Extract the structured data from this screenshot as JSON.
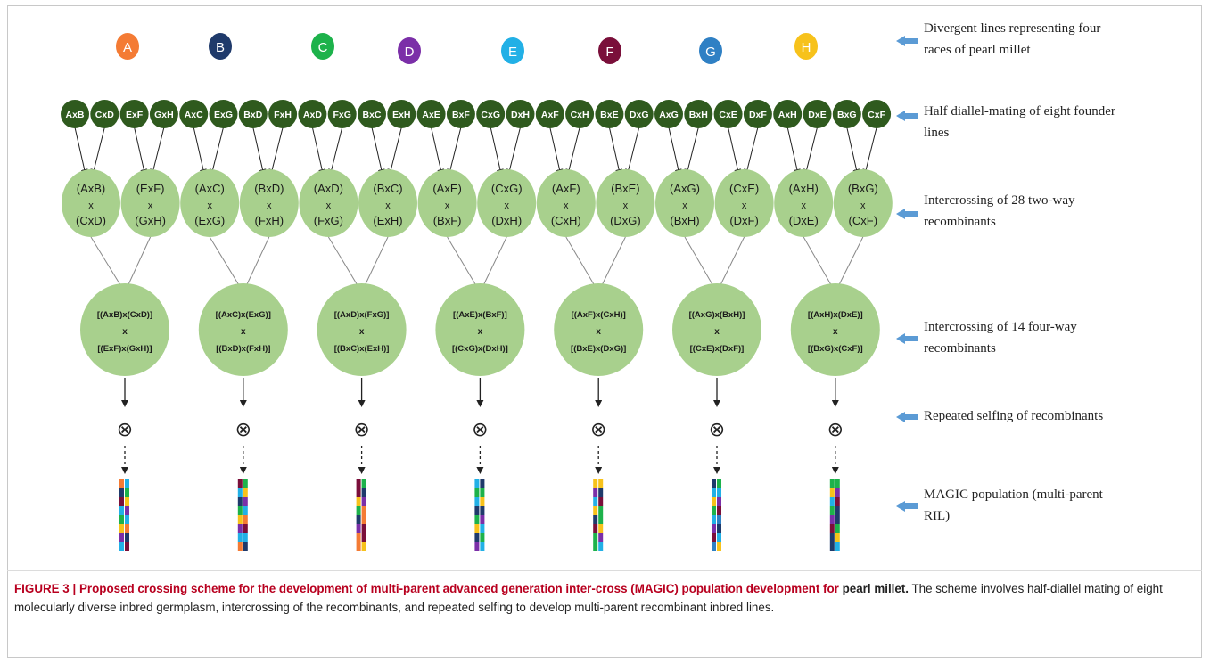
{
  "founders": [
    {
      "letter": "A",
      "color": "#F47B34"
    },
    {
      "letter": "B",
      "color": "#1F3A6B"
    },
    {
      "letter": "C",
      "color": "#1DB24B"
    },
    {
      "letter": "D",
      "color": "#7B2FA8"
    },
    {
      "letter": "E",
      "color": "#22B0E6"
    },
    {
      "letter": "F",
      "color": "#7A0F3A"
    },
    {
      "letter": "G",
      "color": "#2F80C4"
    },
    {
      "letter": "H",
      "color": "#F7C21B"
    }
  ],
  "two_way": [
    "AxB",
    "CxD",
    "ExF",
    "GxH",
    "AxC",
    "ExG",
    "BxD",
    "FxH",
    "AxD",
    "FxG",
    "BxC",
    "ExH",
    "AxE",
    "BxF",
    "CxG",
    "DxH",
    "AxF",
    "CxH",
    "BxE",
    "DxG",
    "AxG",
    "BxH",
    "CxE",
    "DxF",
    "AxH",
    "DxE",
    "BxG",
    "CxF"
  ],
  "four_way": [
    {
      "top": "(AxB)",
      "x": "x",
      "bottom": "(CxD)"
    },
    {
      "top": "(ExF)",
      "x": "x",
      "bottom": "(GxH)"
    },
    {
      "top": "(AxC)",
      "x": "x",
      "bottom": "(ExG)"
    },
    {
      "top": "(BxD)",
      "x": "x",
      "bottom": "(FxH)"
    },
    {
      "top": "(AxD)",
      "x": "x",
      "bottom": "(FxG)"
    },
    {
      "top": "(BxC)",
      "x": "x",
      "bottom": "(ExH)"
    },
    {
      "top": "(AxE)",
      "x": "x",
      "bottom": "(BxF)"
    },
    {
      "top": "(CxG)",
      "x": "x",
      "bottom": "(DxH)"
    },
    {
      "top": "(AxF)",
      "x": "x",
      "bottom": "(CxH)"
    },
    {
      "top": "(BxE)",
      "x": "x",
      "bottom": "(DxG)"
    },
    {
      "top": "(AxG)",
      "x": "x",
      "bottom": "(BxH)"
    },
    {
      "top": "(CxE)",
      "x": "x",
      "bottom": "(DxF)"
    },
    {
      "top": "(AxH)",
      "x": "x",
      "bottom": "(DxE)"
    },
    {
      "top": "(BxG)",
      "x": "x",
      "bottom": "(CxF)"
    }
  ],
  "eight_way": [
    {
      "top": "[(AxB)x(CxD)]",
      "x": "x",
      "bottom": "[(ExF)x(GxH)]"
    },
    {
      "top": "[(AxC)x(ExG)]",
      "x": "x",
      "bottom": "[(BxD)x(FxH)]"
    },
    {
      "top": "[(AxD)x(FxG)]",
      "x": "x",
      "bottom": "[(BxC)x(ExH)]"
    },
    {
      "top": "[(AxE)x(BxF)]",
      "x": "x",
      "bottom": "[(CxG)x(DxH)]"
    },
    {
      "top": "[(AxF)x(CxH)]",
      "x": "x",
      "bottom": "[(BxE)x(DxG)]"
    },
    {
      "top": "[(AxG)x(BxH)]",
      "x": "x",
      "bottom": "[(CxE)x(DxF)]"
    },
    {
      "top": "[(AxH)x(DxE)]",
      "x": "x",
      "bottom": "[(BxG)x(CxF)]"
    }
  ],
  "selfing_symbol": "⊗",
  "ril_stacks": [
    [
      "#F47B34",
      "#1F3A6B",
      "#7A0F3A",
      "#22B0E6",
      "#1DB24B",
      "#F7C21B",
      "#7B2FA8",
      "#22B0E6"
    ],
    [
      "#7A0F3A",
      "#22B0E6",
      "#1F3A6B",
      "#1DB24B",
      "#F7C21B",
      "#7B2FA8",
      "#22B0E6",
      "#F47B34"
    ],
    [
      "#7A0F3A",
      "#7A0F3A",
      "#F7C21B",
      "#1DB24B",
      "#1F3A6B",
      "#7B2FA8",
      "#F47B34",
      "#F47B34"
    ],
    [
      "#22B0E6",
      "#1DB24B",
      "#22B0E6",
      "#1F3A6B",
      "#1DB24B",
      "#F7C21B",
      "#1F3A6B",
      "#7B2FA8"
    ],
    [
      "#F7C21B",
      "#7B2FA8",
      "#22B0E6",
      "#F7C21B",
      "#1F3A6B",
      "#7A0F3A",
      "#1DB24B",
      "#1DB24B"
    ],
    [
      "#1F3A6B",
      "#22B0E6",
      "#F7C21B",
      "#1DB24B",
      "#22B0E6",
      "#7B2FA8",
      "#7A0F3A",
      "#2F80C4"
    ],
    [
      "#1DB24B",
      "#F7C21B",
      "#22B0E6",
      "#1DB24B",
      "#7B2FA8",
      "#7A0F3A",
      "#1F3A6B",
      "#1F3A6B"
    ]
  ],
  "descriptions": [
    {
      "line1": "Divergent lines representing four",
      "line2": "races of pearl millet"
    },
    {
      "line1": "Half diallel-mating of eight founder",
      "line2": "lines"
    },
    {
      "line1": "Intercrossing of 28 two-way",
      "line2": "recombinants"
    },
    {
      "line1": "Intercrossing of 14 four-way",
      "line2": "recombinants"
    },
    {
      "line1": "Repeated selfing of recombinants",
      "line2": ""
    },
    {
      "line1": "MAGIC population (multi-parent",
      "line2": "RIL)"
    }
  ],
  "colors": {
    "dark_green": "#2F5A1E",
    "light_green": "#A8D08D",
    "arrow_blue": "#5B9BD5",
    "caption_red": "#b8001f"
  },
  "caption": {
    "title": "FIGURE 3 | Proposed crossing scheme for the development of multi-parent advanced generation inter-cross (MAGIC) population development for",
    "title_end": "pearl millet.",
    "body": " The scheme involves half-diallel mating of eight molecularly diverse inbred germplasm, intercrossing of the recombinants, and repeated selfing to develop multi-parent recombinant inbred lines."
  }
}
